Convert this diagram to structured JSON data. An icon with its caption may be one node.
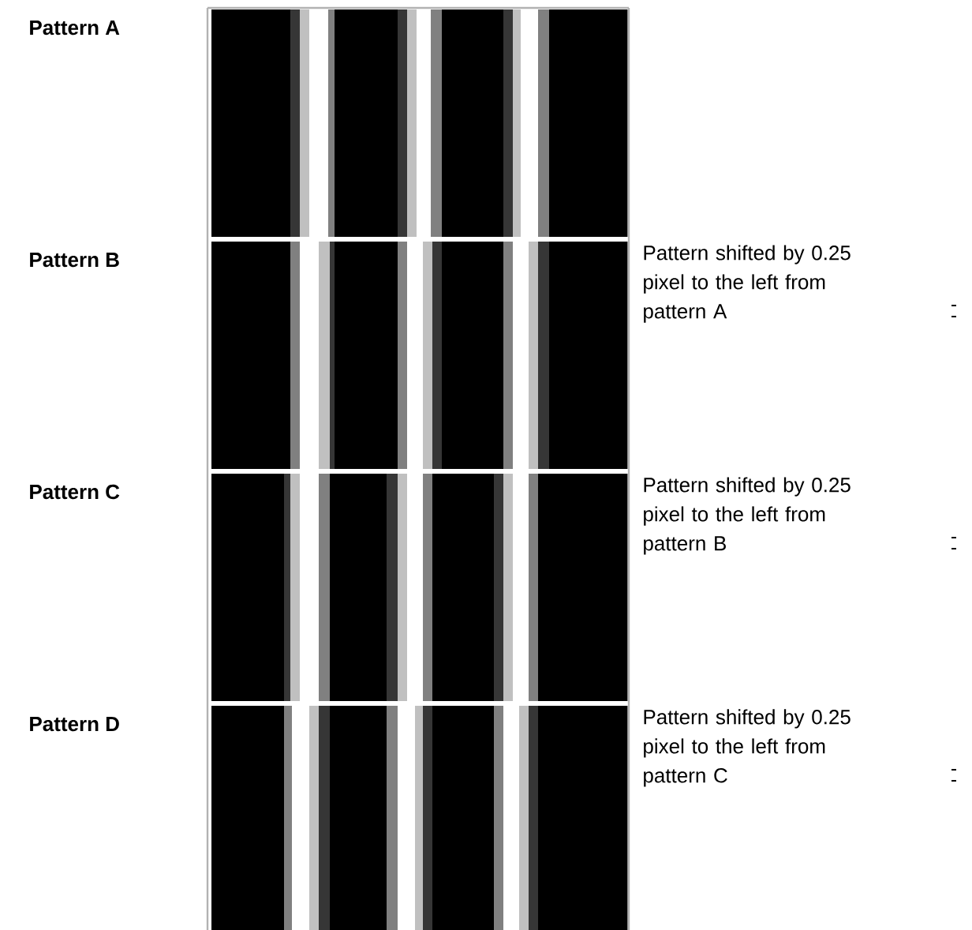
{
  "diagram": {
    "labels": [
      "Pattern A",
      "Pattern B",
      "Pattern shifted by 0.25 pixel to the left from pattern A",
      "Pattern C",
      "Pattern shifted by 0.25 pixel to the left from pattern B",
      "Pattern D",
      "Pattern shifted by 0.25 pixel to the left from pattern C"
    ]
  }
}
